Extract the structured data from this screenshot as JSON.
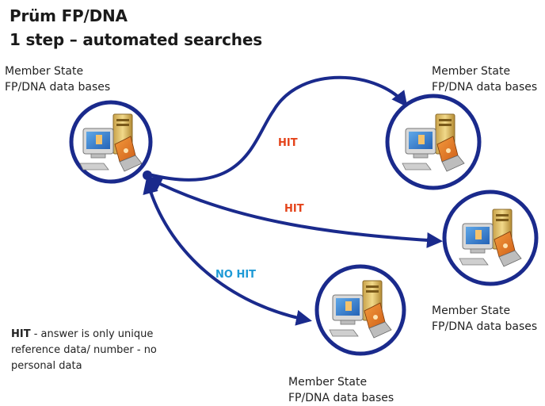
{
  "title_line1": "Prüm FP/DNA",
  "title_line2": "1 step – automated searches",
  "nodes": {
    "origin": {
      "line1": "Member State",
      "line2": "FP/DNA data bases"
    },
    "top_right": {
      "line1": "Member State",
      "line2": "FP/DNA data bases"
    },
    "right": {
      "line1": "Member State",
      "line2": "FP/DNA data bases"
    },
    "bottom": {
      "line1": "Member State",
      "line2": "FP/DNA data bases"
    }
  },
  "edges": {
    "hit_1": {
      "label": "HIT",
      "color": "#e4431a"
    },
    "hit_2": {
      "label": "HIT",
      "color": "#e4431a"
    },
    "no_hit": {
      "label": "NO HIT",
      "color": "#1e9ad6"
    }
  },
  "note": {
    "bold": "HIT",
    "text": " - answer is only unique reference data/ number - no personal data"
  },
  "colors": {
    "ring": "#1a2a8c",
    "arrow": "#1a2a8c"
  },
  "icons": [
    "computer-server-icon"
  ]
}
